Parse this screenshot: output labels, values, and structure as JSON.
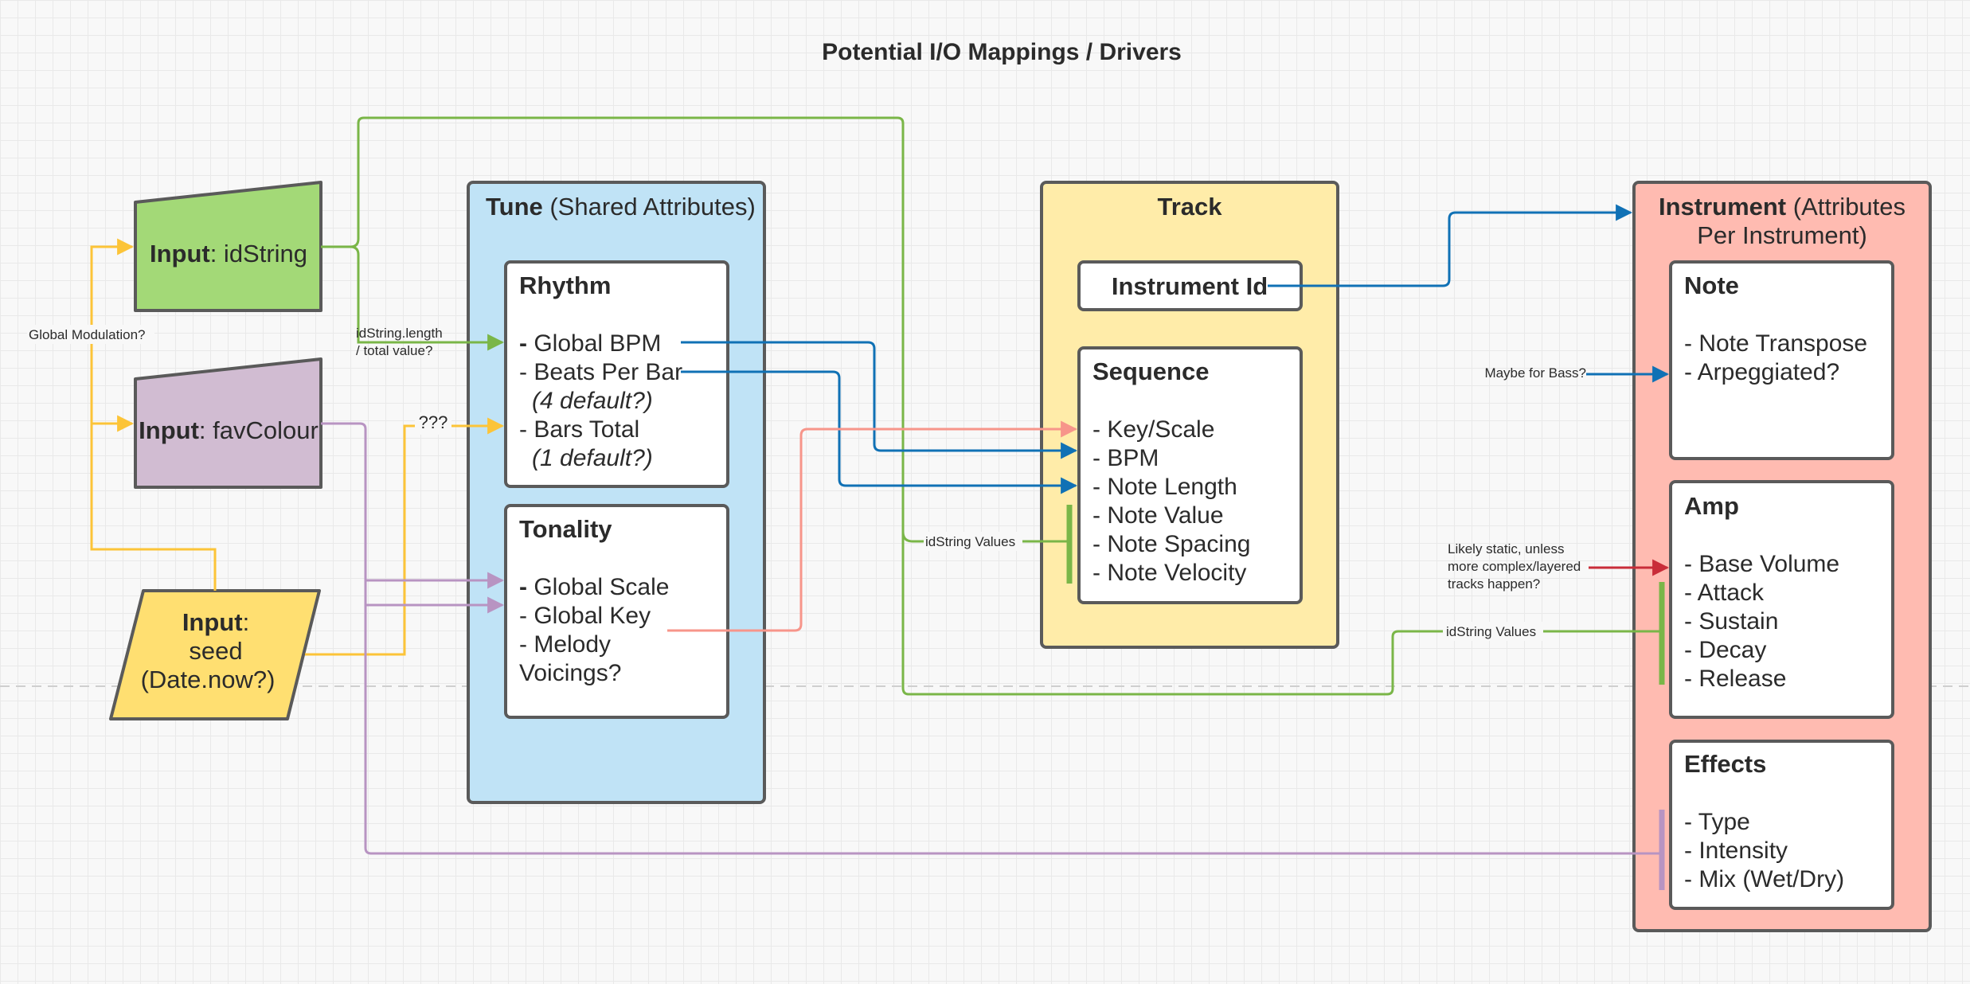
{
  "title": "Potential I/O Mappings / Drivers",
  "inputs": {
    "id_string": {
      "label_bold": "Input",
      "label_rest": ": idString"
    },
    "fav_colour": {
      "label_bold": "Input",
      "label_rest": ": favColour"
    },
    "seed": {
      "label_bold": "Input",
      "label_colon": ":",
      "line2": "seed",
      "line3": "(Date.now?)"
    }
  },
  "tune": {
    "title_bold": "Tune",
    "title_rest": " (Shared Attributes)",
    "rhythm": {
      "title": "Rhythm",
      "dash1": "-",
      "item1": " Global BPM",
      "item2": "- Beats Per Bar",
      "item2_note": "(4 default?)",
      "item3": "- Bars Total",
      "item3_note": "(1 default?)"
    },
    "tonality": {
      "title": "Tonality",
      "dash1": "-",
      "item1": " Global Scale",
      "item2": "- Global Key",
      "item3a": "- Melody",
      "item3b": "Voicings?"
    }
  },
  "track": {
    "title": "Track",
    "instrument_id": "Instrument Id",
    "sequence": {
      "title": "Sequence",
      "items": [
        "- Key/Scale",
        "- BPM",
        "- Note Length",
        "- Note Value",
        "- Note Spacing",
        "- Note Velocity"
      ]
    }
  },
  "instrument": {
    "title_bold": "Instrument",
    "title_rest": " (Attributes",
    "title_line2": "Per Instrument)",
    "note": {
      "title": "Note",
      "items": [
        "- Note Transpose",
        "- Arpeggiated?"
      ]
    },
    "amp": {
      "title": "Amp",
      "items": [
        "- Base Volume",
        "- Attack",
        "- Sustain",
        "- Decay",
        "- Release"
      ]
    },
    "effects": {
      "title": "Effects",
      "items": [
        "- Type",
        "- Intensity",
        "- Mix (Wet/Dry)"
      ]
    }
  },
  "annotations": {
    "global_modulation": "Global Modulation?",
    "idstring_length_1": "idString.length",
    "idstring_length_2": "/ total value?",
    "question_marks": "???",
    "idstring_values_track": "idString Values",
    "maybe_bass": "Maybe for Bass?",
    "likely_static_1": "Likely static, unless",
    "likely_static_2": "more complex/layered",
    "likely_static_3": "tracks happen?",
    "idstring_values_amp": "idString Values"
  },
  "colors": {
    "green_input": "#a3d977",
    "purple_input": "#d1bcd2",
    "yellow_input": "#ffdf71",
    "tune_bg": "#c0e3f6",
    "track_bg": "#ffeca9",
    "instrument_bg": "#ffbbb1",
    "line_green": "#7ab648",
    "line_yellow": "#fcc438",
    "line_blue": "#1071b5",
    "line_purple": "#b894c2",
    "line_salmon": "#f7958a",
    "line_red": "#c92d39"
  }
}
